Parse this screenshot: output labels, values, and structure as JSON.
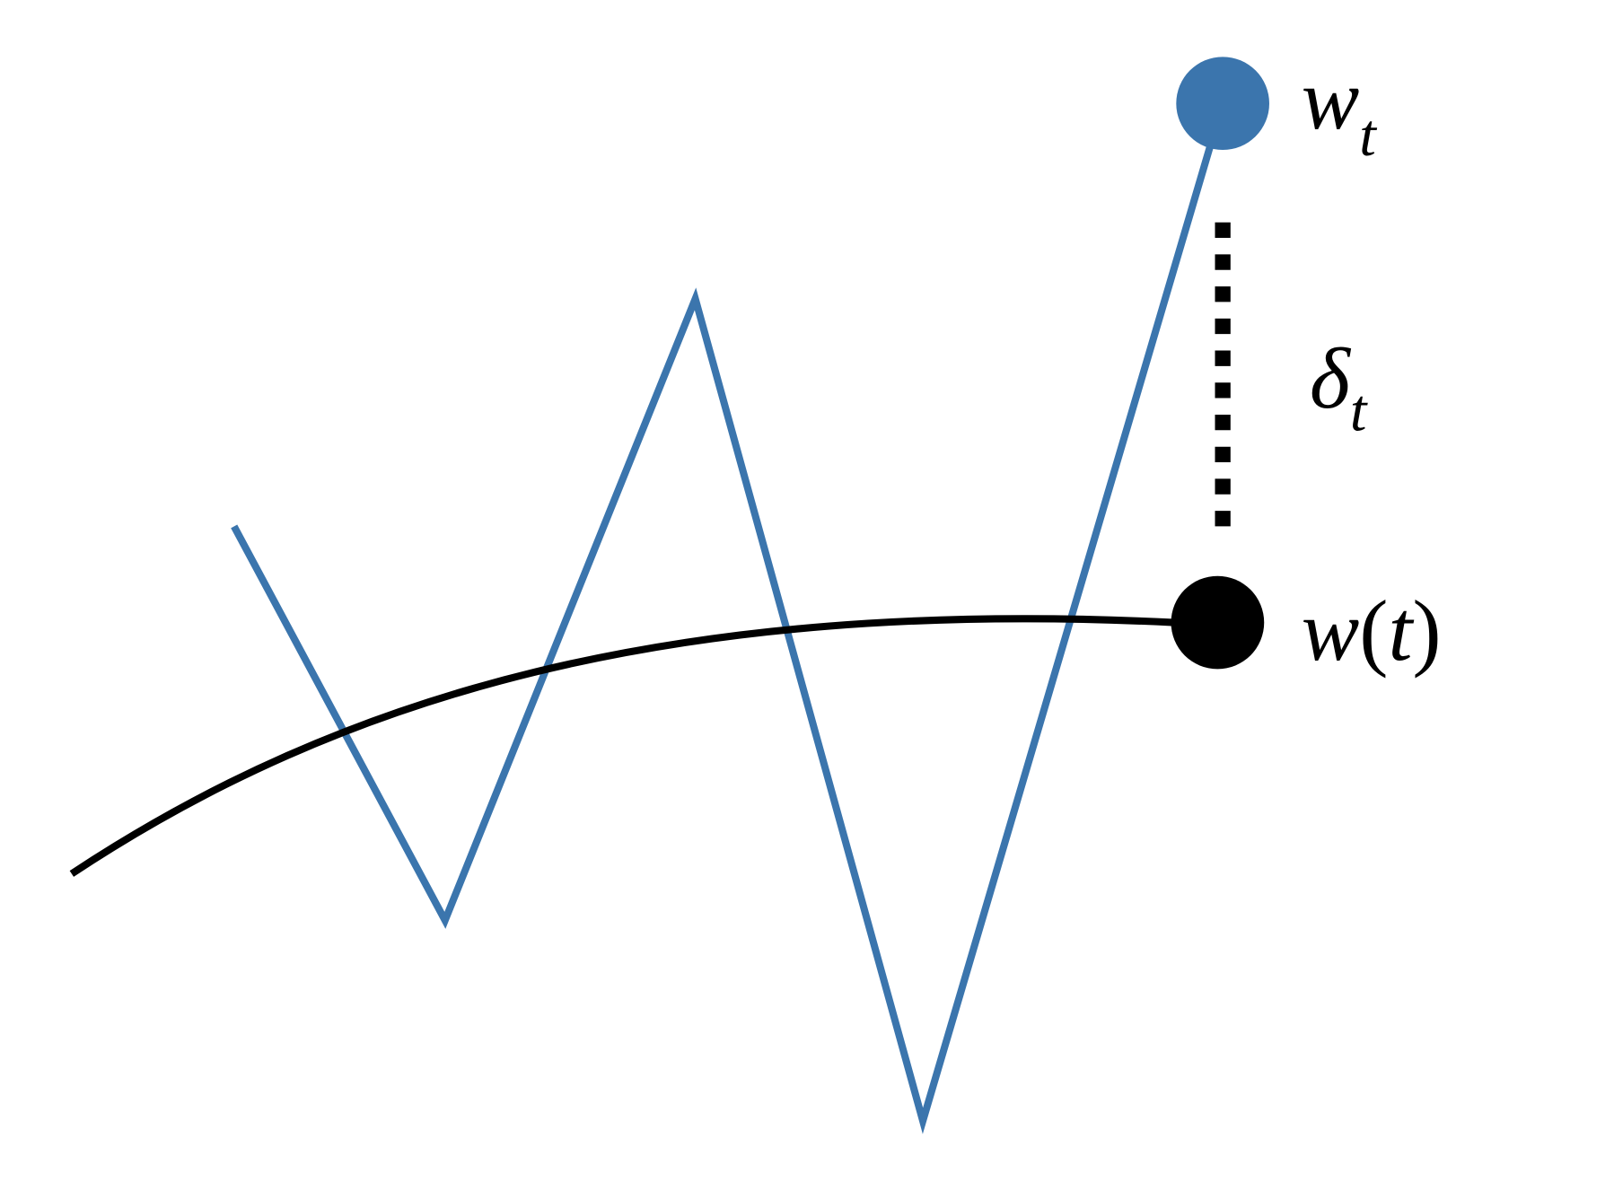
{
  "labels": {
    "w_t": "w",
    "w_t_sub": "t",
    "delta_t": "δ",
    "delta_t_sub": "t",
    "w_of_t": "w",
    "w_of_t_paren_open": "(",
    "w_of_t_arg": "t",
    "w_of_t_paren_close": ")"
  },
  "colors": {
    "discrete_path": "#3b75ad",
    "continuous_path": "#000000",
    "gap": "#000000"
  }
}
